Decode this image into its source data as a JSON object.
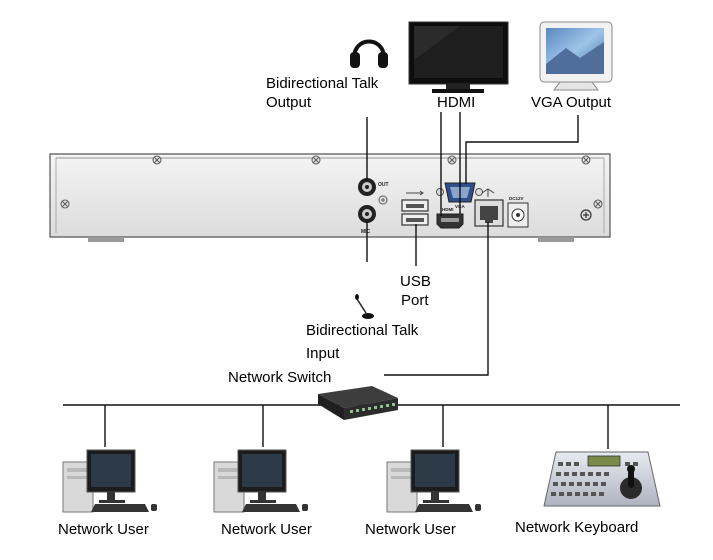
{
  "labels": {
    "talk_output_line1": "Bidirectional Talk",
    "talk_output_line2": "Output",
    "hdmi": "HDMI",
    "vga_output": "VGA Output",
    "usb_line1": "USB",
    "usb_line2": "Port",
    "talk_input_line1": "Bidirectional Talk",
    "talk_input_line2": "Input",
    "network_switch": "Network Switch",
    "network_user_1": "Network User",
    "network_user_2": "Network User",
    "network_user_3": "Network User",
    "network_keyboard": "Network Keyboard"
  },
  "panel_text": {
    "audio_out": "OUT",
    "mic": "MIC",
    "vga": "VGA",
    "hdmi_port": "HDMI",
    "power": "DC12V"
  },
  "icons": [
    "headphones-icon",
    "tv-icon",
    "monitor-icon",
    "microphone-icon",
    "network-switch-icon",
    "computer-icon",
    "keyboard-controller-icon"
  ]
}
